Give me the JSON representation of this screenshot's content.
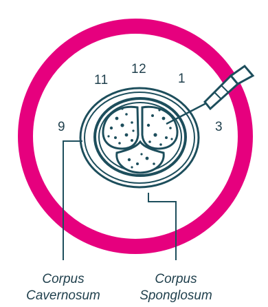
{
  "clock": {
    "n12": "12",
    "n11": "11",
    "n1": "1",
    "n9": "9",
    "n3": "3"
  },
  "labels": {
    "cavernosum_line1": "Corpus",
    "cavernosum_line2": "Cavernosum",
    "spongiosum_line1": "Corpus",
    "spongiosum_line2": "Sponglosum"
  },
  "colors": {
    "ring": "#e6007e",
    "ink": "#1d4e5c",
    "text": "#1f3f4c"
  }
}
